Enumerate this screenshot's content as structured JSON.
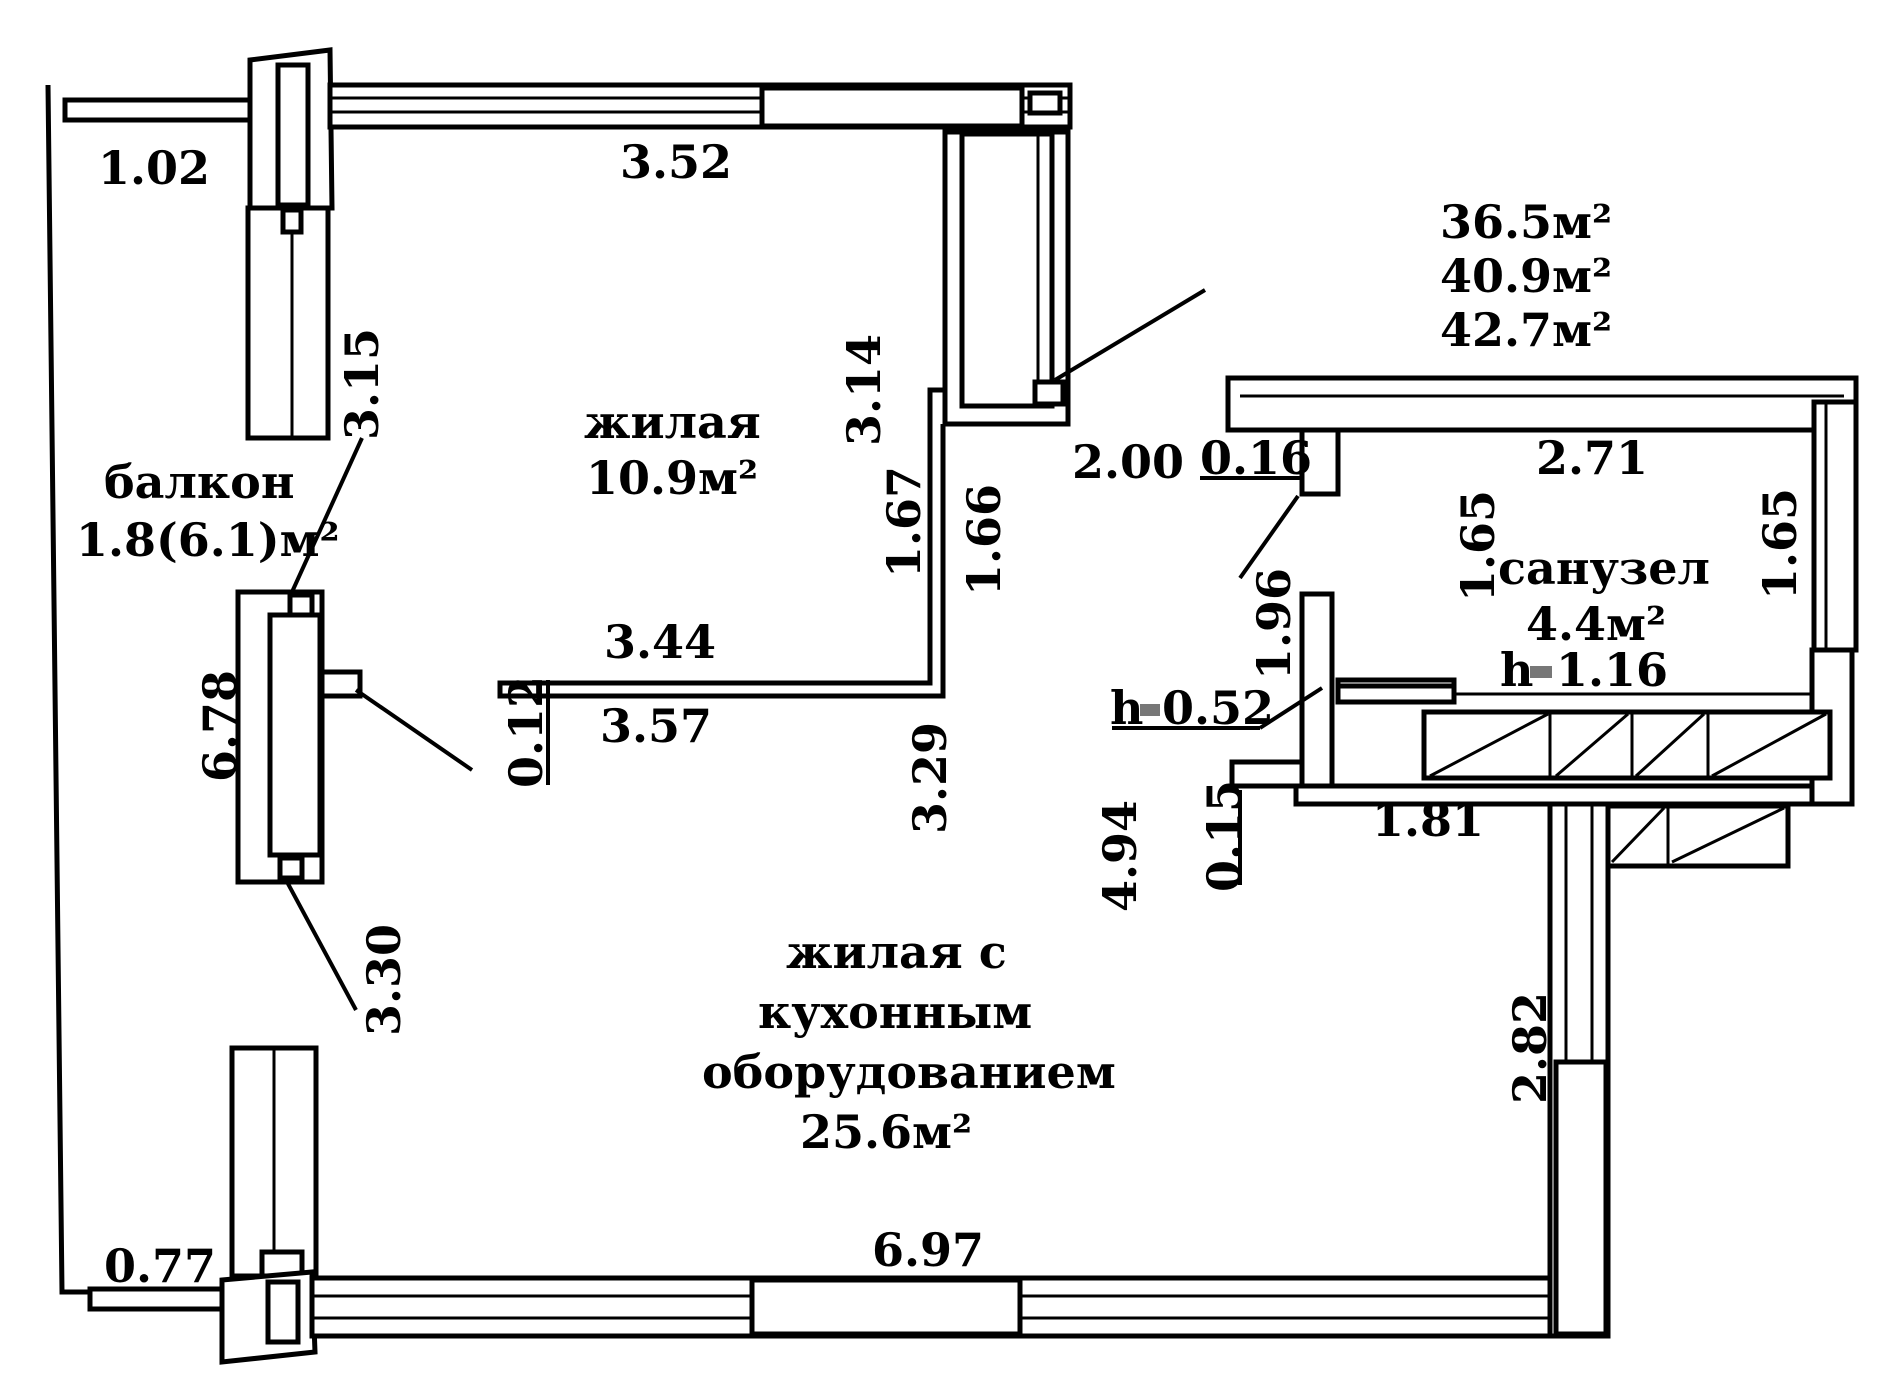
{
  "areas": {
    "a1": "36.5м²",
    "a2": "40.9м²",
    "a3": "42.7м²"
  },
  "rooms": {
    "balcony_name": "балкон",
    "balcony_area": "1.8(6.1)м²",
    "living_name": "жилая",
    "living_area": "10.9м²",
    "bath_name": "санузел",
    "bath_area": "4.4м²",
    "kitchen_line1": "жилая с",
    "kitchen_line2": "кухонным",
    "kitchen_line3": "оборудованием",
    "kitchen_area": "25.6м²"
  },
  "dims": {
    "d102": "1.02",
    "d352": "3.52",
    "d315": "3.15",
    "d314": "3.14",
    "d200": "2.00",
    "d016": "0.16",
    "d271": "2.71",
    "d167": "1.67",
    "d166": "1.66",
    "d165a": "1.65",
    "d165b": "1.65",
    "d344": "3.44",
    "d357": "3.57",
    "d012": "0.12",
    "d196": "1.96",
    "d678": "6.78",
    "d329": "3.29",
    "d494": "4.94",
    "d015": "0.15",
    "d181": "1.81",
    "d330": "3.30",
    "d282": "2.82",
    "d077": "0.77",
    "d697": "6.97"
  },
  "heights": {
    "h_prefix": "h",
    "h052": "0.52",
    "h116": "1.16"
  }
}
